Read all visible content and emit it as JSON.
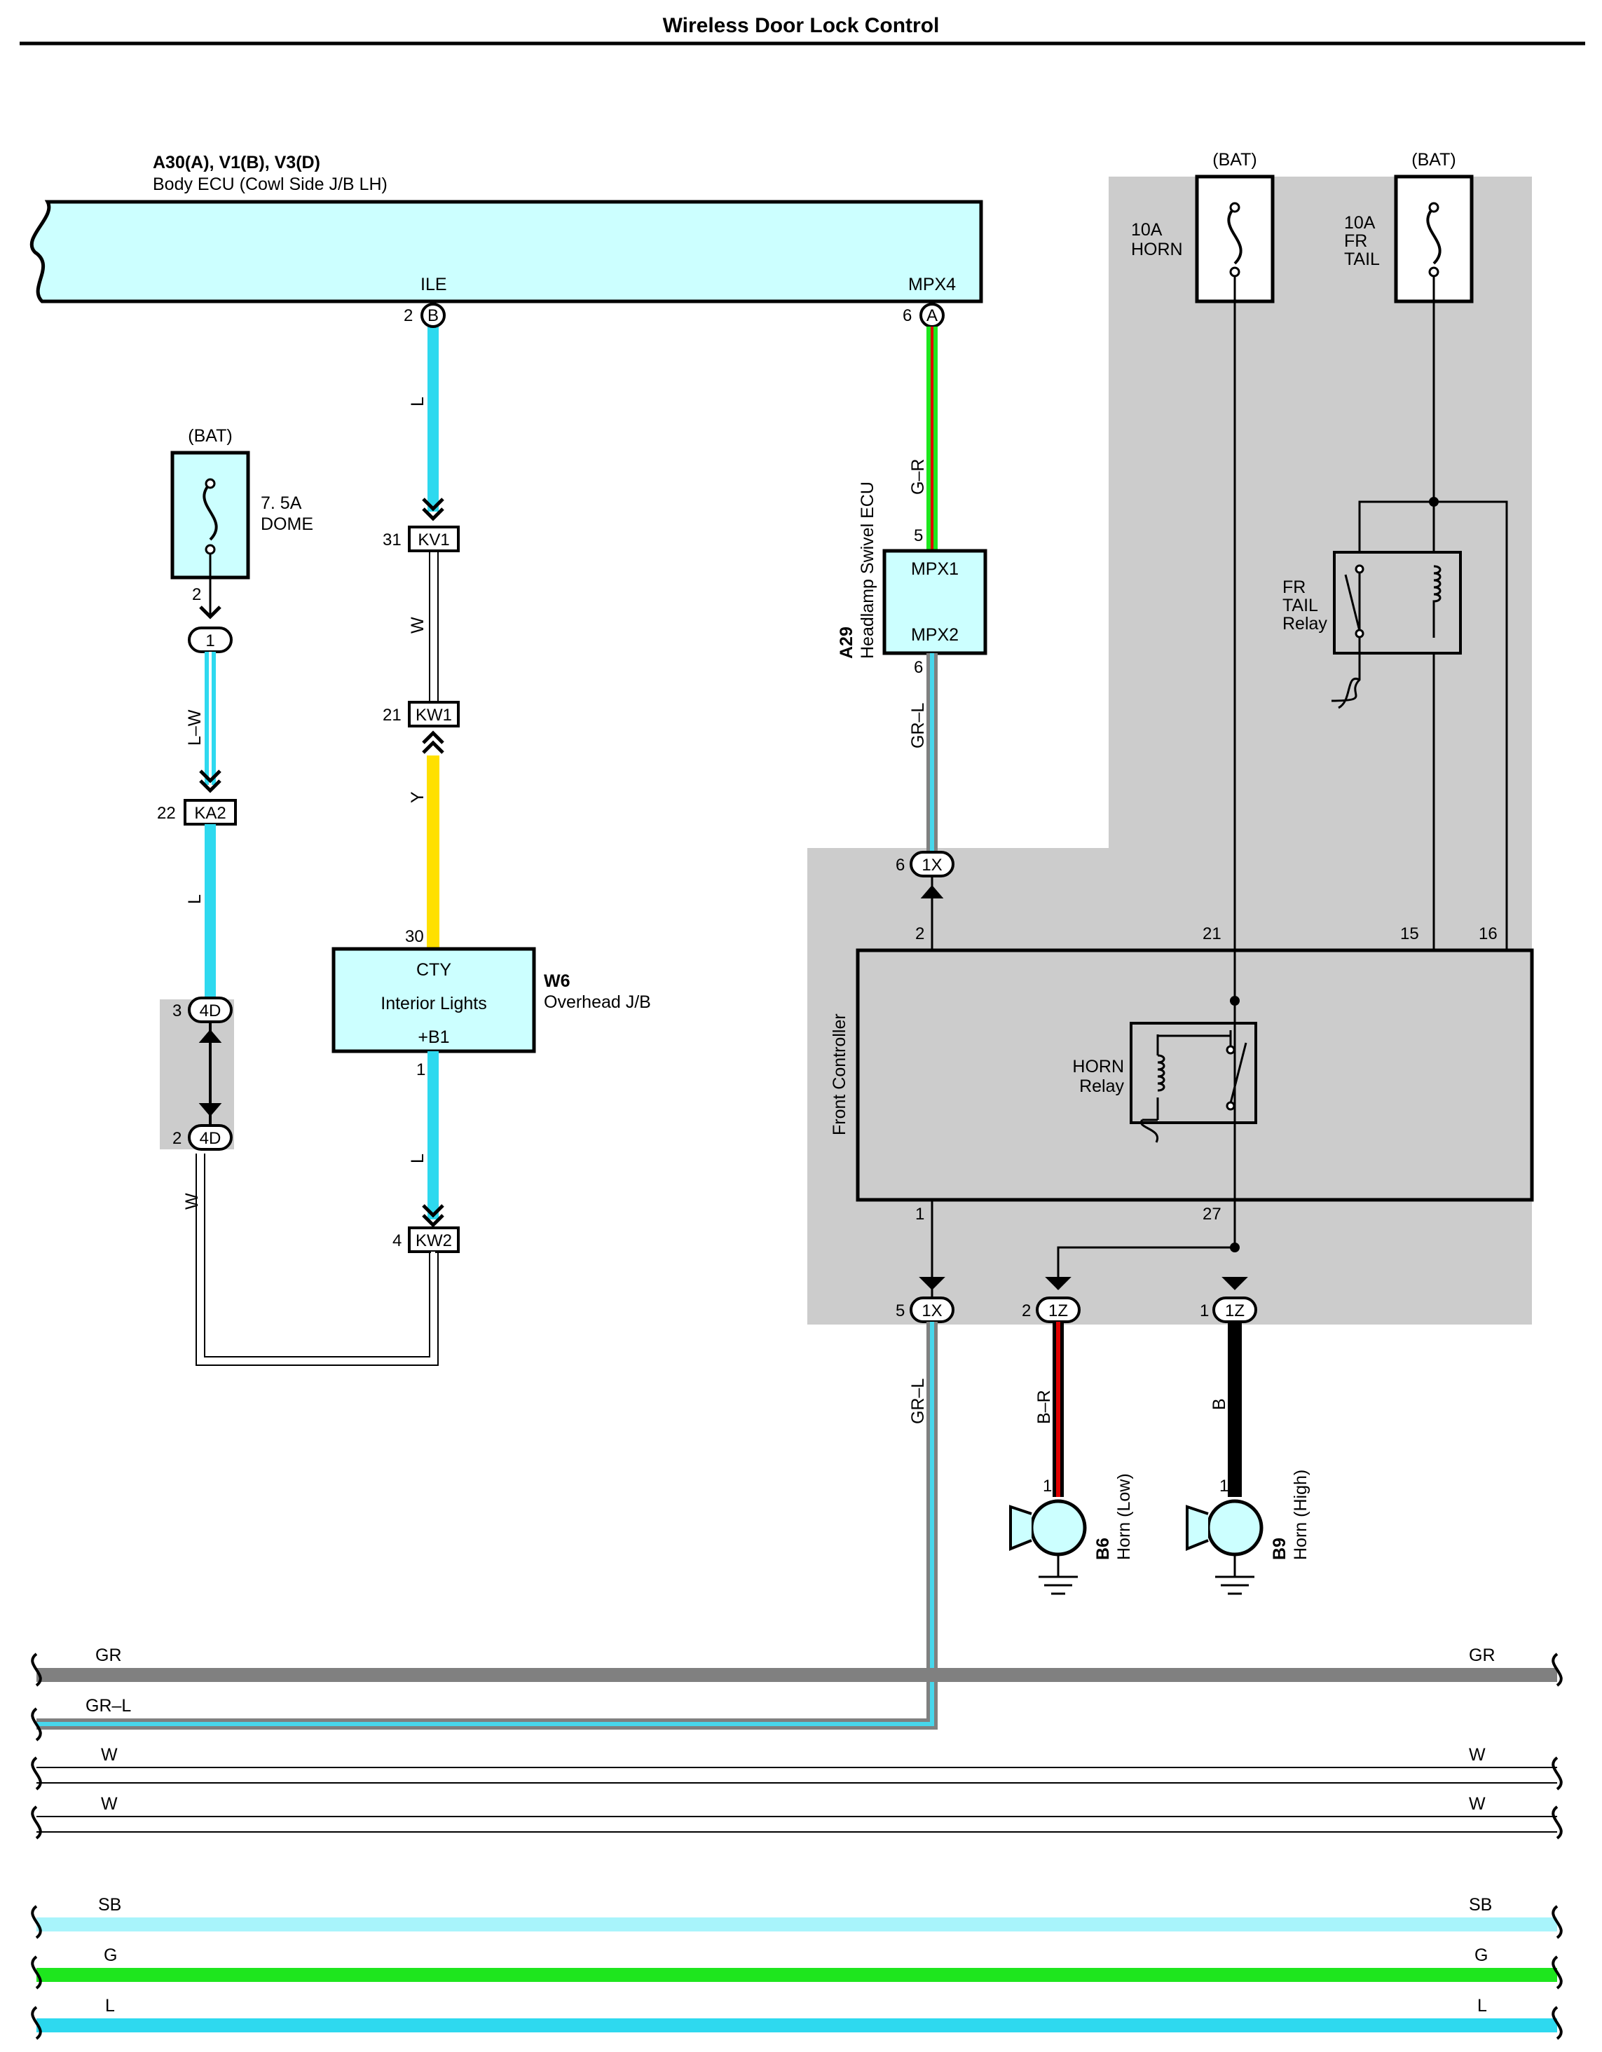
{
  "title": "Wireless Door Lock Control",
  "body_ecu": {
    "connectors": "A30(A), V1(B), V3(D)",
    "name": "Body ECU (Cowl Side J/B LH)",
    "ile_label": "ILE",
    "mpx4_label": "MPX4",
    "ile_pin": "2",
    "ile_conn": "B",
    "mpx4_pin": "6",
    "mpx4_conn": "A"
  },
  "dome_fuse": {
    "source": "(BAT)",
    "rating": "7. 5A",
    "name": "DOME",
    "pin": "2"
  },
  "horn_fuse": {
    "source": "(BAT)",
    "rating": "10A",
    "name": "HORN"
  },
  "frtail_fuse": {
    "source": "(BAT)",
    "rating": "10A",
    "name1": "FR",
    "name2": "TAIL"
  },
  "connectors": {
    "c1": "1",
    "ka2": {
      "pin": "22",
      "name": "KA2"
    },
    "d4_top": {
      "pin": "3",
      "name": "4D"
    },
    "d4_bot": {
      "pin": "2",
      "name": "4D"
    },
    "kv1": {
      "pin": "31",
      "name": "KV1"
    },
    "kw1": {
      "pin": "21",
      "name": "KW1"
    },
    "kw2": {
      "pin": "4",
      "name": "KW2"
    },
    "x1_top": {
      "pin": "6",
      "name": "1X"
    },
    "x1_bot": {
      "pin": "5",
      "name": "1X"
    },
    "z1_low": {
      "pin": "2",
      "name": "1Z"
    },
    "z1_high": {
      "pin": "1",
      "name": "1Z"
    }
  },
  "wire_labels": {
    "l_ile": "L",
    "w_kv": "W",
    "y": "Y",
    "l_b1": "L",
    "lw": "L–W",
    "l_ka": "L",
    "w_4d": "W",
    "gr_r": "G–R",
    "gr_l_top": "GR–L",
    "gr_l_bot": "GR–L",
    "b_r": "B–R",
    "b": "B"
  },
  "headlamp_ecu": {
    "code": "A29",
    "name": "Headlamp Swivel ECU",
    "mpx1": "MPX1",
    "mpx2": "MPX2",
    "pin_in": "5",
    "pin_out": "6"
  },
  "overhead_jb": {
    "code": "W6",
    "name": "Overhead J/B",
    "cty": "CTY",
    "interior": "Interior Lights",
    "b1": "+B1",
    "pin_top": "30",
    "pin_bot": "1"
  },
  "front_controller": {
    "name": "Front Controller",
    "pin_2": "2",
    "pin_21": "21",
    "pin_15": "15",
    "pin_16": "16",
    "pin_1": "1",
    "pin_27": "27",
    "horn_relay1": "HORN",
    "horn_relay2": "Relay"
  },
  "frtail_relay": {
    "l1": "FR",
    "l2": "TAIL",
    "l3": "Relay"
  },
  "horn_low": {
    "code": "B6",
    "name": "Horn (Low)",
    "pin": "1"
  },
  "horn_high": {
    "code": "B9",
    "name": "Horn (High)",
    "pin": "1"
  },
  "bus": [
    {
      "left": "GR",
      "right": "GR",
      "color": "#808080"
    },
    {
      "left": "GR–L",
      "right": "",
      "color": "#47d7ec"
    },
    {
      "left": "W",
      "right": "W",
      "color": "#ffffff"
    },
    {
      "left": "W",
      "right": "W",
      "color": "#ffffff"
    },
    {
      "left": "SB",
      "right": "SB",
      "color": "#a8f4fb"
    },
    {
      "left": "G",
      "right": "G",
      "color": "#1ee61e"
    },
    {
      "left": "L",
      "right": "L",
      "color": "#2ed9ef"
    }
  ],
  "colors": {
    "ecu_fill": "#ccffff",
    "light_blue": "#2ed9ef",
    "yellow": "#ffe000",
    "shade": "#cccccc",
    "gray_wire": "#808080"
  }
}
